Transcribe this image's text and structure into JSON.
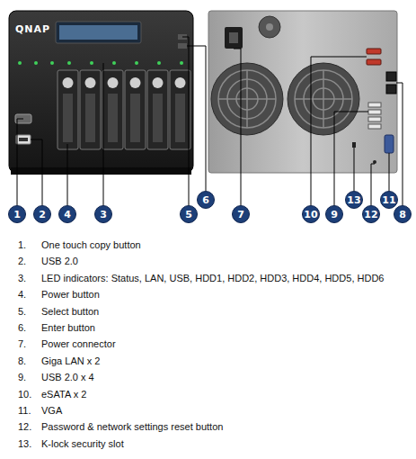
{
  "diagram": {
    "labels": [
      "QNAP",
      "1",
      "2",
      "4",
      "3",
      "5",
      "6",
      "7",
      "10",
      "9",
      "13",
      "12",
      "11",
      "8",
      "1.",
      "One touch copy button",
      "2.",
      "USB 2.0",
      "3.",
      "LED indicators: Status, LAN, USB, HDD1, HDD2, HDD3, HDD4, HDD5, HDD6",
      "4.",
      "Power button",
      "5.",
      "Select button",
      "6.",
      "Enter button",
      "7.",
      "Power connector",
      "8.",
      "Giga LAN x 2",
      "9.",
      "USB 2.0 x 4",
      "10.",
      "eSATA x 2",
      "11.",
      "VGA",
      "12.",
      "Password & network settings reset button",
      "13.",
      "K-lock security slot"
    ]
  }
}
